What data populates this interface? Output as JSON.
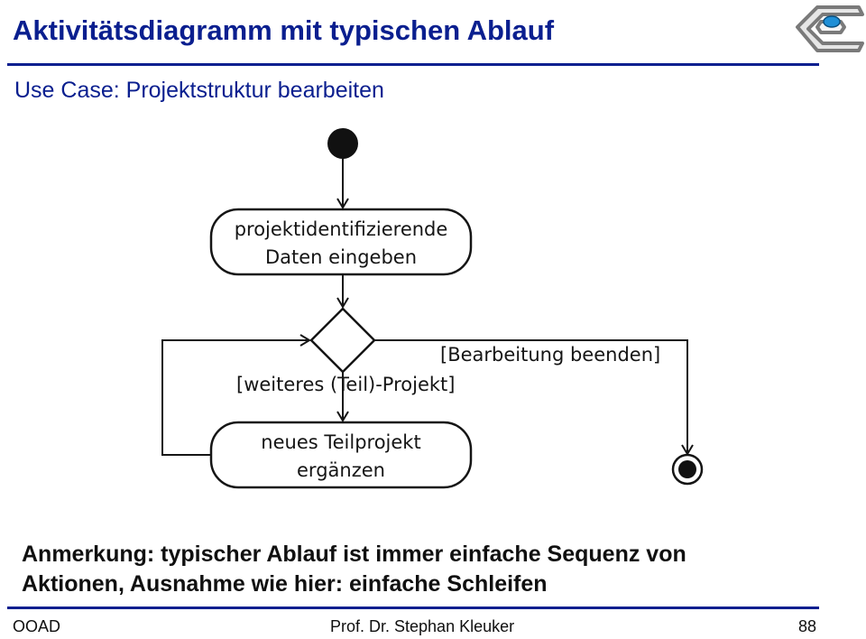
{
  "header": {
    "title": "Aktivitätsdiagramm mit typischen Ablauf",
    "subtitle": "Use Case: Projektstruktur bearbeiten"
  },
  "diagram": {
    "action1_line1": "projektidentifizierende",
    "action1_line2": "Daten eingeben",
    "action2_line1": "neues Teilprojekt",
    "action2_line2": "ergänzen",
    "guard_end": "[Bearbeitung beenden]",
    "guard_loop": "[weiteres (Teil)-Projekt]"
  },
  "note": {
    "line1": "Anmerkung: typischer Ablauf ist immer einfache Sequenz von",
    "line2": "Aktionen, Ausnahme wie hier: einfache Schleifen"
  },
  "footer": {
    "left": "OOAD",
    "center": "Prof. Dr. Stephan Kleuker",
    "page": "88"
  },
  "colors": {
    "accent": "#0a1f8f",
    "logo_blue": "#1f8fd6"
  }
}
